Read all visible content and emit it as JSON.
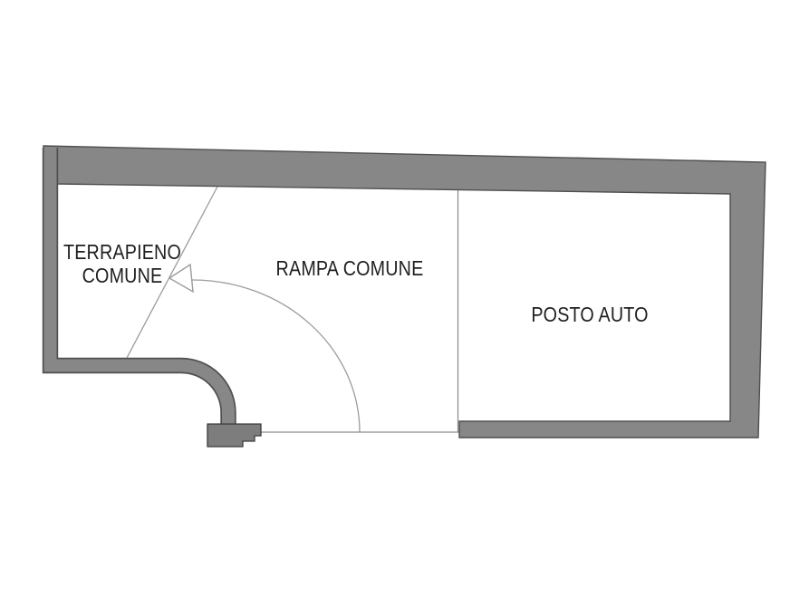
{
  "floorplan": {
    "areas": {
      "terrapieno": {
        "label_line1": "TERRAPIENO",
        "label_line2": "COMUNE"
      },
      "rampa": {
        "label": "RAMPA COMUNE"
      },
      "posto_auto": {
        "label": "POSTO AUTO"
      }
    },
    "colors": {
      "background": "#ffffff",
      "wall_fill": "#878787",
      "wall_outline": "#4f4f4f",
      "entrance_block_fill": "#7d7d7d",
      "entrance_block_outline": "#3c3c3c",
      "guide_line": "#9c9c9c",
      "thin_line": "#8a8a8a",
      "label_text": "#1f1f1f"
    }
  }
}
